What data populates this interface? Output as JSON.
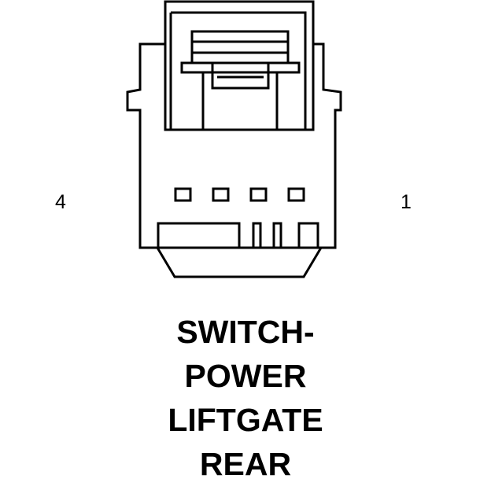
{
  "connector": {
    "pin_left_label": "4",
    "pin_right_label": "1",
    "terminal_count": 4
  },
  "caption": {
    "lines": [
      "SWITCH-",
      "POWER",
      "LIFTGATE",
      "REAR"
    ]
  },
  "colors": {
    "line": "#000000",
    "background": "#ffffff"
  }
}
